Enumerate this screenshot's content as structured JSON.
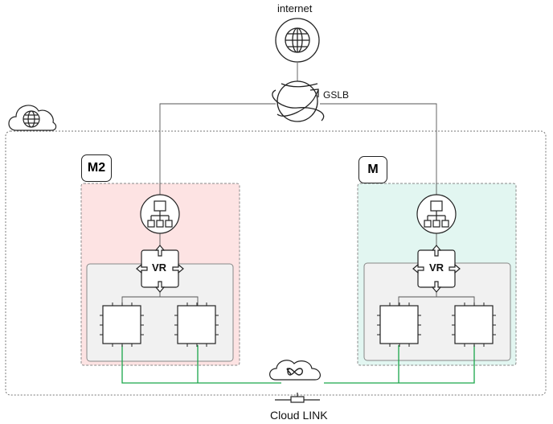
{
  "labels": {
    "internet": "internet",
    "gslb": "GSLB",
    "cloud_link": "Cloud LINK",
    "region_left": "M2",
    "region_right": "M",
    "vr_left": "VR",
    "vr_right": "VR"
  },
  "colors": {
    "region_left_fill": "#fde3e3",
    "region_right_fill": "#e2f6f1",
    "inner_zone_fill": "#f1f1f1",
    "link_line": "#1aa64a",
    "outline": "#222222"
  },
  "icons": [
    "globe-icon",
    "gslb-icon",
    "cloud-globe-icon",
    "load-balancer-icon",
    "router-icon",
    "chip-icon",
    "cloud-link-icon"
  ]
}
